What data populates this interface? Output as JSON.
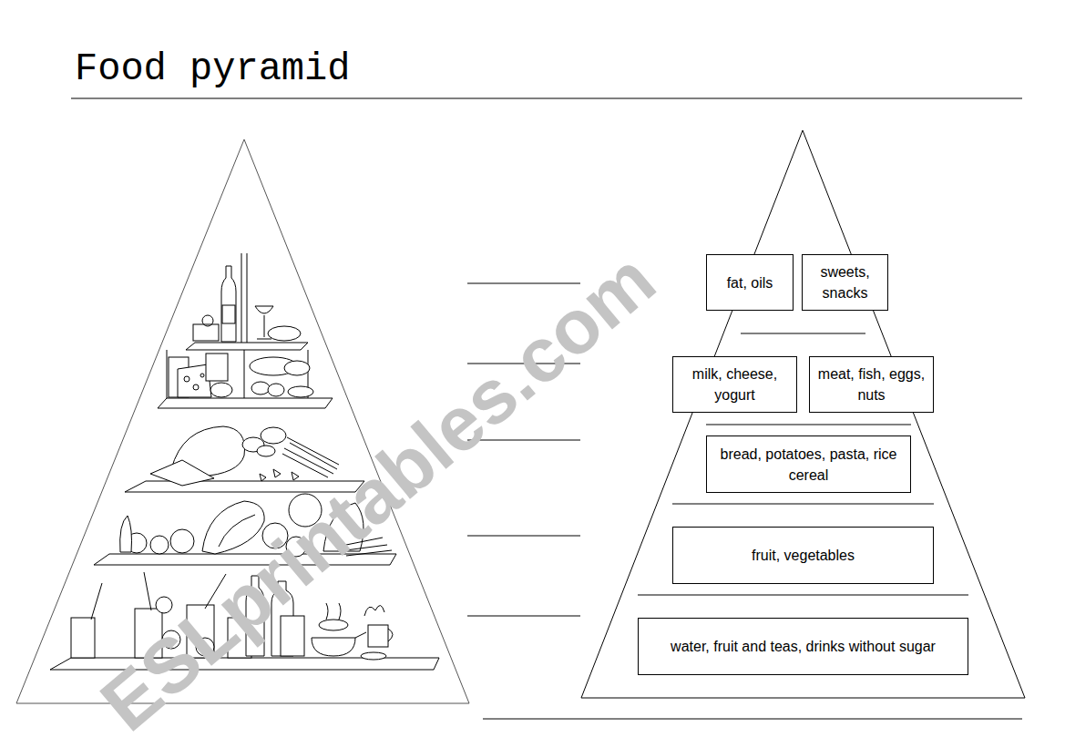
{
  "diagram": {
    "title": "Food pyramid",
    "nodes": [
      {
        "text": [
          "fat, oils"
        ]
      },
      {
        "text": [
          "sweets, snacks"
        ]
      },
      {
        "text": [
          "milk, cheese, yogurt"
        ]
      },
      {
        "text": [
          "meat, fish, eggs, nuts"
        ]
      },
      {
        "text": [
          "bread, potatoes, pasta, rice cereal"
        ]
      },
      {
        "text": [
          "fruit, vegetables"
        ]
      },
      {
        "text": [
          "water, fruit and teas, drinks without sugar"
        ]
      }
    ],
    "labels": [
      "ESLprintables.com"
    ]
  }
}
